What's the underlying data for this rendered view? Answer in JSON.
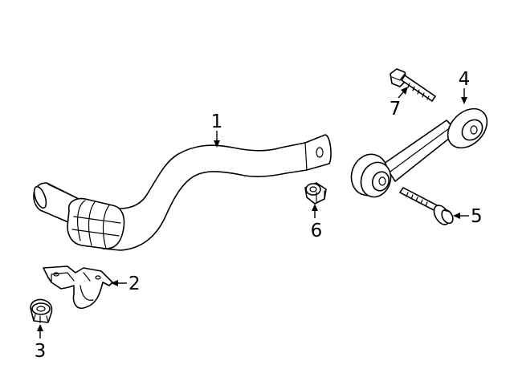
{
  "diagram": {
    "colors": {
      "line": "#000000",
      "background": "#ffffff"
    },
    "callouts": [
      {
        "id": "1",
        "label": "1",
        "part": "stabilizer-bar"
      },
      {
        "id": "2",
        "label": "2",
        "part": "bar-bracket"
      },
      {
        "id": "3",
        "label": "3",
        "part": "bracket-nut"
      },
      {
        "id": "4",
        "label": "4",
        "part": "stabilizer-link"
      },
      {
        "id": "5",
        "label": "5",
        "part": "link-lower-bolt"
      },
      {
        "id": "6",
        "label": "6",
        "part": "link-nut"
      },
      {
        "id": "7",
        "label": "7",
        "part": "link-upper-bolt"
      }
    ]
  }
}
